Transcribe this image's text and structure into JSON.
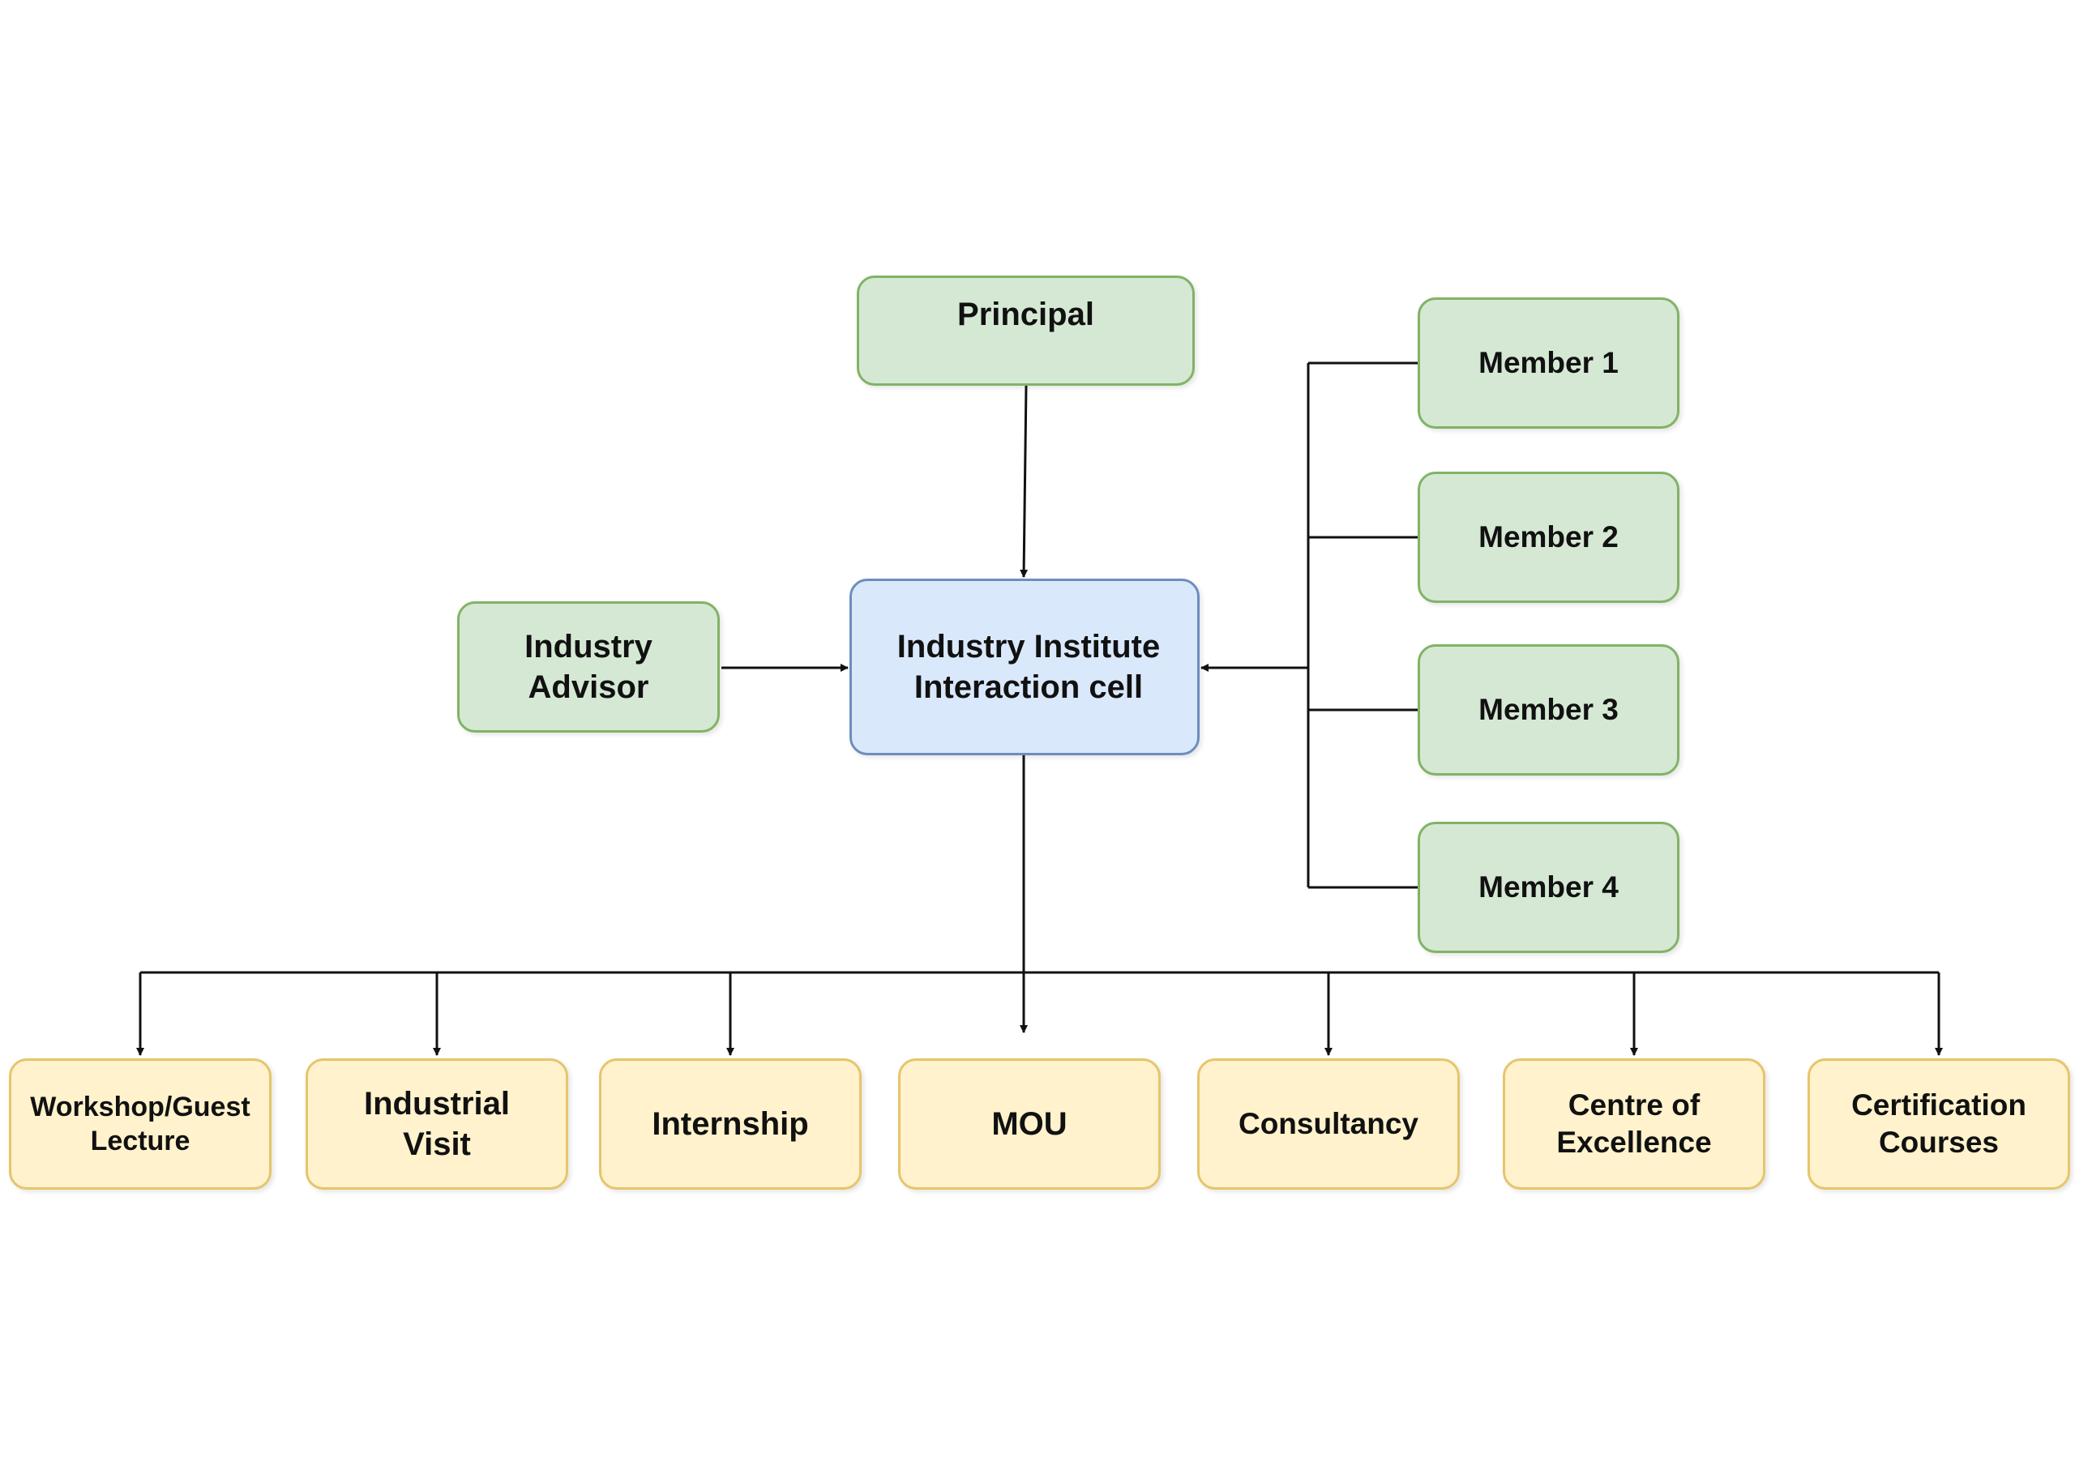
{
  "nodes": {
    "principal": "Principal",
    "cell": "Industry Institute\nInteraction cell",
    "advisor": "Industry\nAdvisor",
    "members": [
      "Member 1",
      "Member 2",
      "Member 3",
      "Member 4"
    ],
    "activities": [
      "Workshop/Guest\nLecture",
      "Industrial\nVisit",
      "Internship",
      "MOU",
      "Consultancy",
      "Centre of\nExcellence",
      "Certification\nCourses"
    ]
  },
  "colors": {
    "green_fill": "#d5e8d4",
    "green_stroke": "#82b366",
    "blue_fill": "#dae8fc",
    "blue_stroke": "#6c8ebf",
    "yellow_fill": "#fff2cc",
    "yellow_stroke": "#e6c56b",
    "connector": "#111111"
  }
}
